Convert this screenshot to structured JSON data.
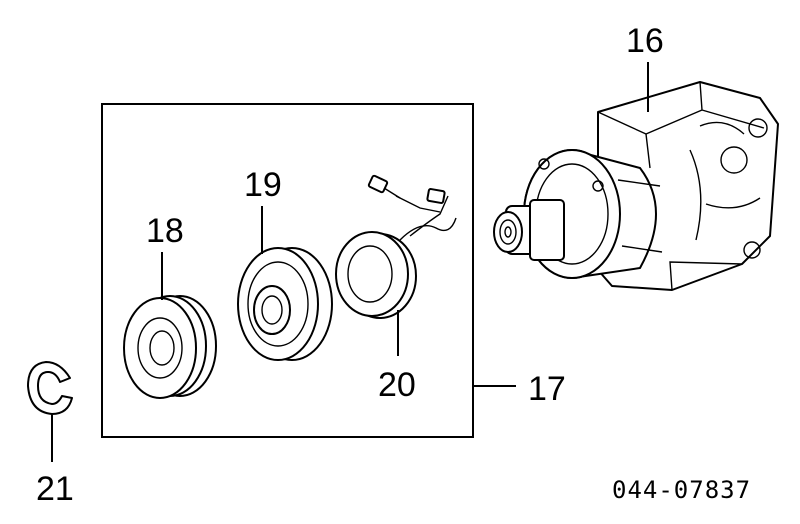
{
  "callouts": {
    "c16": "16",
    "c17": "17",
    "c18": "18",
    "c19": "19",
    "c20": "20",
    "c21": "21"
  },
  "diagram_code": "044-07837"
}
